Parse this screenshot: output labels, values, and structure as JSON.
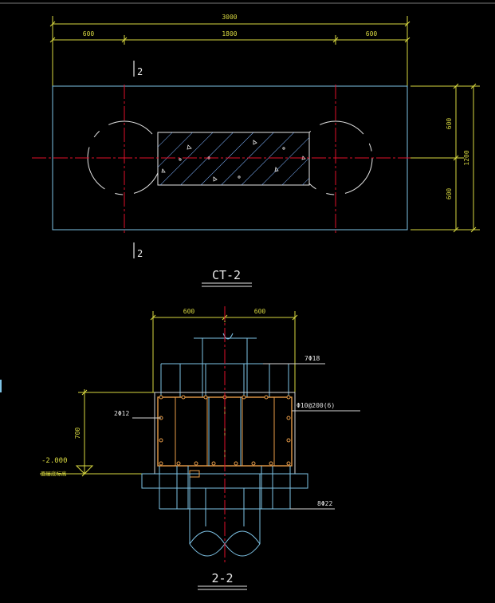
{
  "drawing": {
    "plan": {
      "title": "CT-2",
      "section_mark_top": "2",
      "section_mark_bottom": "2",
      "dim_total": "3000",
      "dim_left": "600",
      "dim_middle": "1800",
      "dim_right": "600",
      "dim_right_top": "600",
      "dim_right_total": "1200",
      "dim_right_bottom": "600"
    },
    "section": {
      "title": "2-2",
      "dim_left": "600",
      "dim_right": "600",
      "dim_height": "700",
      "elevation": "-2.000",
      "elevation_note": "面层底标高",
      "rebar_top": "7Φ18",
      "rebar_side": "2Φ12",
      "stirrup": "Φ10@200(6)",
      "rebar_bottom": "8Φ22"
    },
    "colors": {
      "outline": "#7ec3e6",
      "centerline": "#e0102a",
      "dimension": "#d8d840",
      "cap": "#d6d6d6",
      "rebar": "#e89c48",
      "hatch": "#7fb3ff",
      "text": "#e0e0e0"
    }
  }
}
